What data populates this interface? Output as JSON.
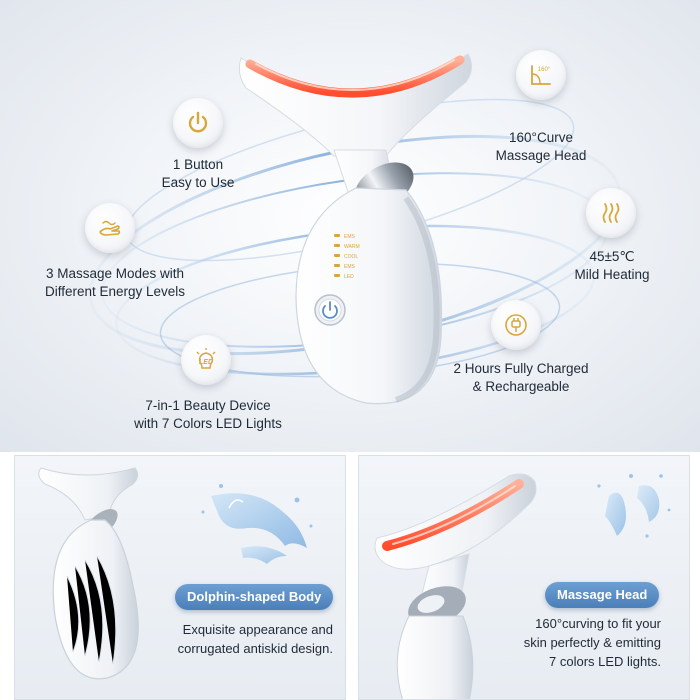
{
  "features": {
    "button": {
      "line1": "1 Button",
      "line2": "Easy to Use",
      "icon": "power-icon"
    },
    "modes": {
      "line1": "3 Massage Modes with",
      "line2": "Different Energy Levels",
      "icon": "hand-wave-icon"
    },
    "led": {
      "line1": "7-in-1 Beauty Device",
      "line2": "with 7 Colors LED Lights",
      "icon": "led-bulb-icon",
      "icon_text": "LED"
    },
    "curve": {
      "line1": "160°Curve",
      "line2": "Massage Head",
      "icon": "angle-icon",
      "icon_text": "160°"
    },
    "heating": {
      "line1": "45±5℃",
      "line2": "Mild Heating",
      "icon": "heat-waves-icon"
    },
    "charge": {
      "line1": "2 Hours Fully Charged",
      "line2": "& Rechargeable",
      "icon": "plug-icon"
    }
  },
  "device": {
    "mode_labels": [
      "EMS",
      "WARM",
      "COOL",
      "EMS",
      "LED"
    ],
    "power_icon": "power-icon"
  },
  "panels": {
    "left": {
      "title": "Dolphin-shaped Body",
      "desc": [
        "Exquisite appearance and",
        "corrugated antiskid design."
      ]
    },
    "right": {
      "title": "Massage Head",
      "desc": [
        "160°curving to fit your",
        "skin perfectly & emitting",
        "7 colors LED lights."
      ]
    }
  },
  "colors": {
    "accent_blue": "#5a8cc5",
    "gold": "#d9a63a",
    "led_red": "#ff5a3c",
    "device_white": "#f7f8fa"
  }
}
